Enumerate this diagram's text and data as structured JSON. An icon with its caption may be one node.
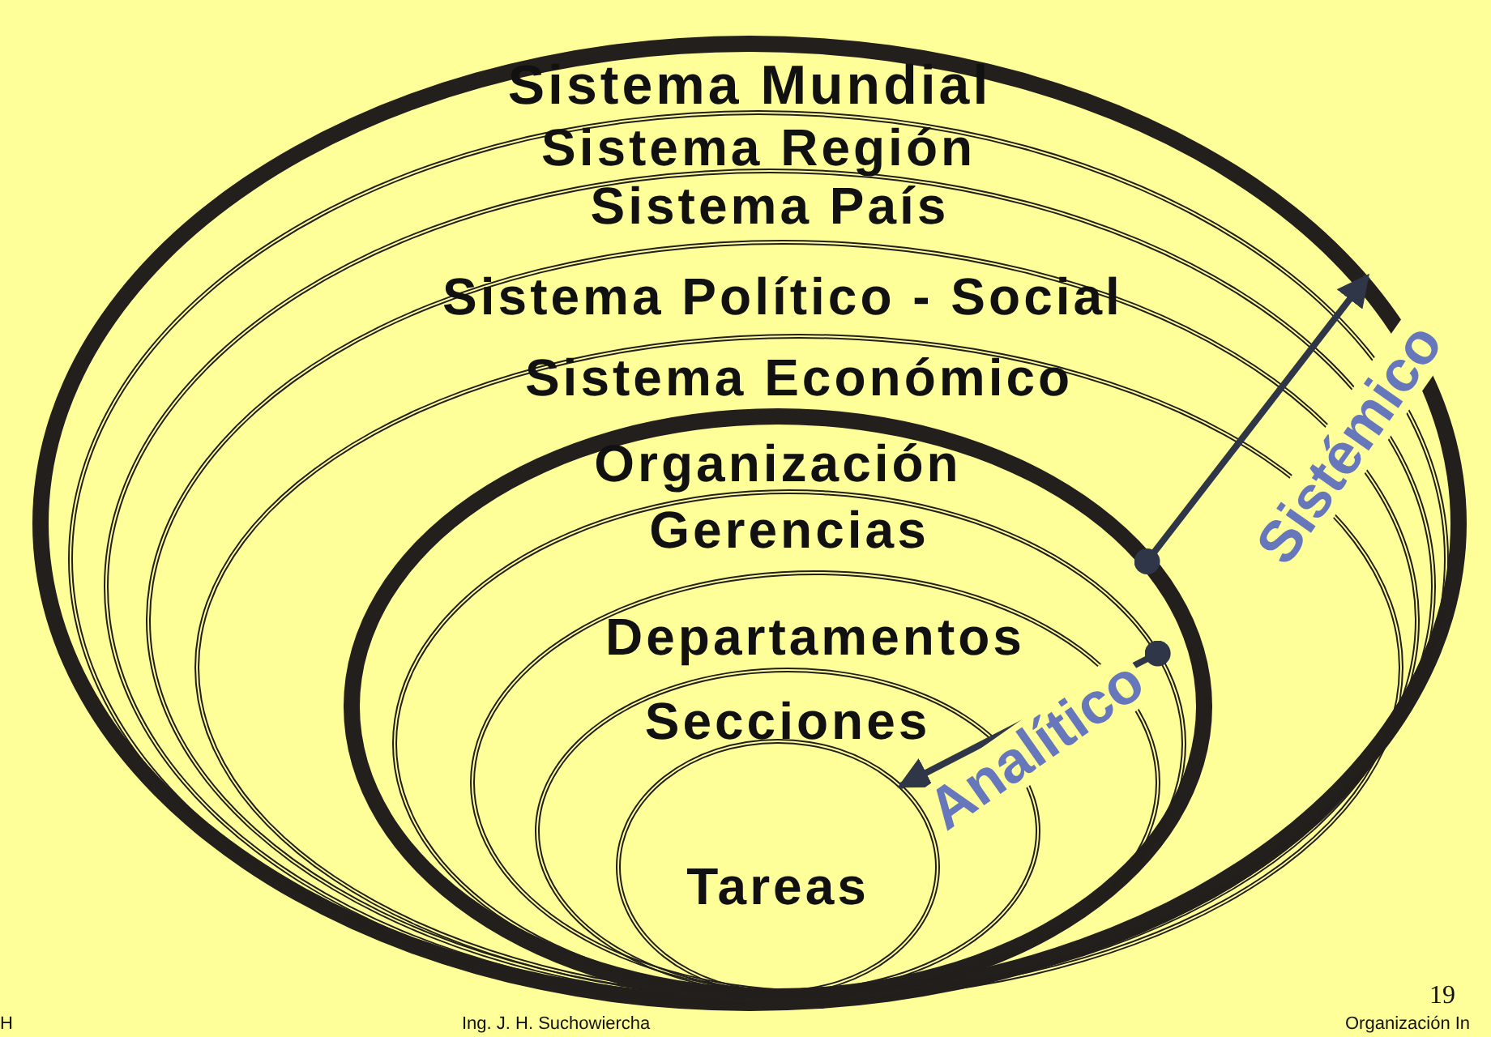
{
  "diagram": {
    "nodes": [
      {
        "text": [
          "Sistema Mundial"
        ]
      },
      {
        "text": [
          "Sistema Región"
        ],
        "in": 0
      },
      {
        "text": [
          "Sistema País"
        ],
        "in": 1
      },
      {
        "text": [
          "Sistema Político - Social"
        ],
        "in": 2
      },
      {
        "text": [
          "Sistema Económico"
        ],
        "in": 3
      },
      {
        "text": [
          "Organización"
        ],
        "in": 4
      },
      {
        "text": [
          "Gerencias"
        ],
        "in": 5
      },
      {
        "text": [
          "Departamentos"
        ],
        "in": 6
      },
      {
        "text": [
          "Secciones"
        ],
        "in": 7
      },
      {
        "text": [
          "Tareas"
        ],
        "in": 8
      }
    ],
    "edges": [
      {
        "from": 5,
        "to": null,
        "arrow": "to",
        "label": "Sistémico"
      },
      {
        "from": 6,
        "to": 9,
        "arrow": "to",
        "label": "Analítico"
      }
    ],
    "labels": [
      "H",
      "Ing. J. H. Suchowiercha",
      "19",
      "Organización In"
    ]
  }
}
